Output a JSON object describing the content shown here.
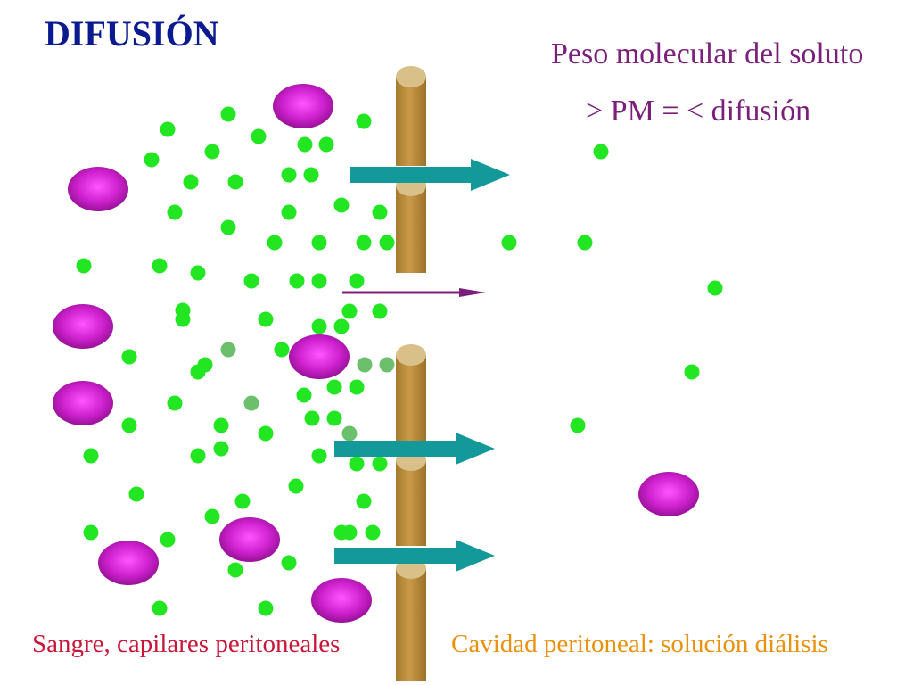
{
  "title": "DIFUSIÓN",
  "note": {
    "line1": "Peso molecular del soluto",
    "line2": "> PM  = < difusión"
  },
  "labels": {
    "blood_side": "Sangre, capilares peritoneales",
    "cavity_side": "Cavidad peritoneal: solución diálisis"
  },
  "colors": {
    "title": "#0b1b8f",
    "note": "#7a1f7a",
    "blood_label": "#c8183a",
    "cavity_label": "#e8920f",
    "small_solute": "#22e622",
    "medium_solute": "#6cc06c",
    "large_molecule": "#c020c0",
    "membrane": "#b8893a",
    "flow_arrow": "#14999a",
    "thin_arrow": "#7a1f7a"
  }
}
